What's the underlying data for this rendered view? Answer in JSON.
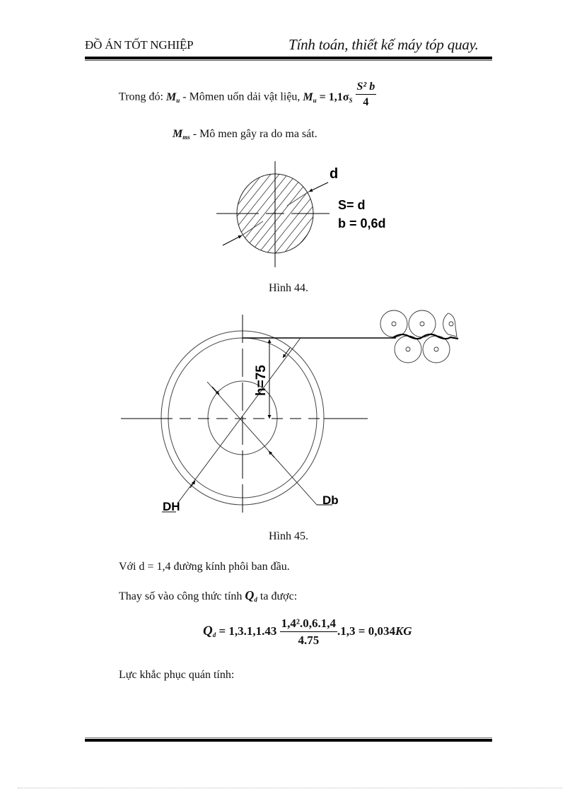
{
  "header": {
    "left": "ĐỒ ÁN TỐT NGHIỆP",
    "right": "Tính toán, thiết kế máy tóp quay."
  },
  "body": {
    "line1": {
      "prefix": "Trong đó: ",
      "symbol": "M",
      "symbol_sub": "u",
      "desc": " - Mômen uốn dải vật liệu, ",
      "formula_lhs": "M",
      "formula_lhs_sub": "u",
      "formula_eq": " = 1,1σ",
      "formula_sigma_sub": "S",
      "formula_num": "S² b",
      "formula_den": "4"
    },
    "line2": {
      "symbol": "M",
      "symbol_sub": "ms",
      "desc": " - Mô men gây ra do ma sát."
    },
    "figure44": {
      "label_d": "d",
      "label_s": "S= d",
      "label_b": "b = 0,6d",
      "caption": "Hình 44."
    },
    "figure45": {
      "label_h": "h=75",
      "label_dh": "DH",
      "label_db": "Db",
      "caption": "Hình 45."
    },
    "line3": "Với d = 1,4 đường kính phôi ban đầu.",
    "line4": {
      "prefix": "Thay số vào công thức tính ",
      "symbol": "Q",
      "symbol_sub": "d",
      "suffix": " ta được:"
    },
    "equation": {
      "lhs": "Q",
      "lhs_sub": "d",
      "coeff": " = 1,3.1,1.43 ",
      "num": "1,4².0,6.1,4",
      "den": "4.75",
      "rest": ".1,3 = 0,034",
      "unit": "KG"
    },
    "line5": "Lực khắc phục quán tính:"
  }
}
